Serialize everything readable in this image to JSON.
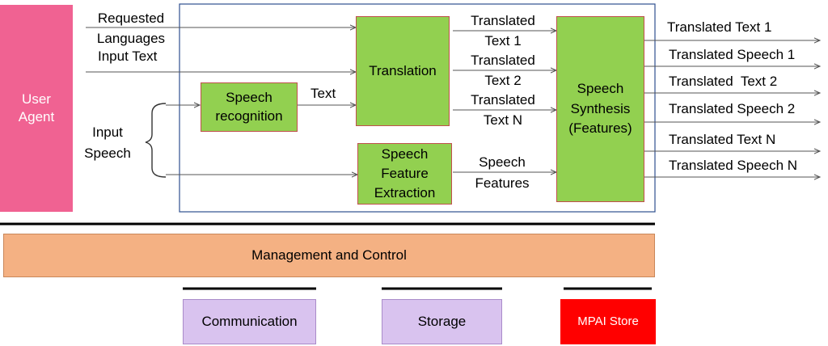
{
  "blocks": {
    "user_agent": "User Agent",
    "translation": "Translation",
    "speech_recognition": "Speech recognition",
    "speech_feature_extraction": "Speech Feature Extraction",
    "speech_synthesis": "Speech Synthesis (Features)",
    "management": "Management and Control",
    "communication": "Communication",
    "storage": "Storage",
    "mpai_store": "MPAI Store"
  },
  "inputs": {
    "requested_languages": "Requested Languages",
    "input_text": "Input Text",
    "input_speech": "Input Speech"
  },
  "signals": {
    "text": "Text",
    "translated_text_1": "Translated Text 1",
    "translated_text_2": "Translated Text 2",
    "translated_text_n": "Translated Text N",
    "speech_features": "Speech Features"
  },
  "outputs": [
    "Translated Text 1",
    "Translated Speech 1",
    "Translated  Text 2",
    "Translated Speech 2",
    "Translated Text N",
    "Translated Speech N"
  ],
  "colors": {
    "user_agent": "#f06292",
    "green_block": "#92d050",
    "management": "#f4b183",
    "storage_comm": "#d9c3ef",
    "mpai_store": "#ff0000",
    "frame": "#2f4f8f"
  }
}
